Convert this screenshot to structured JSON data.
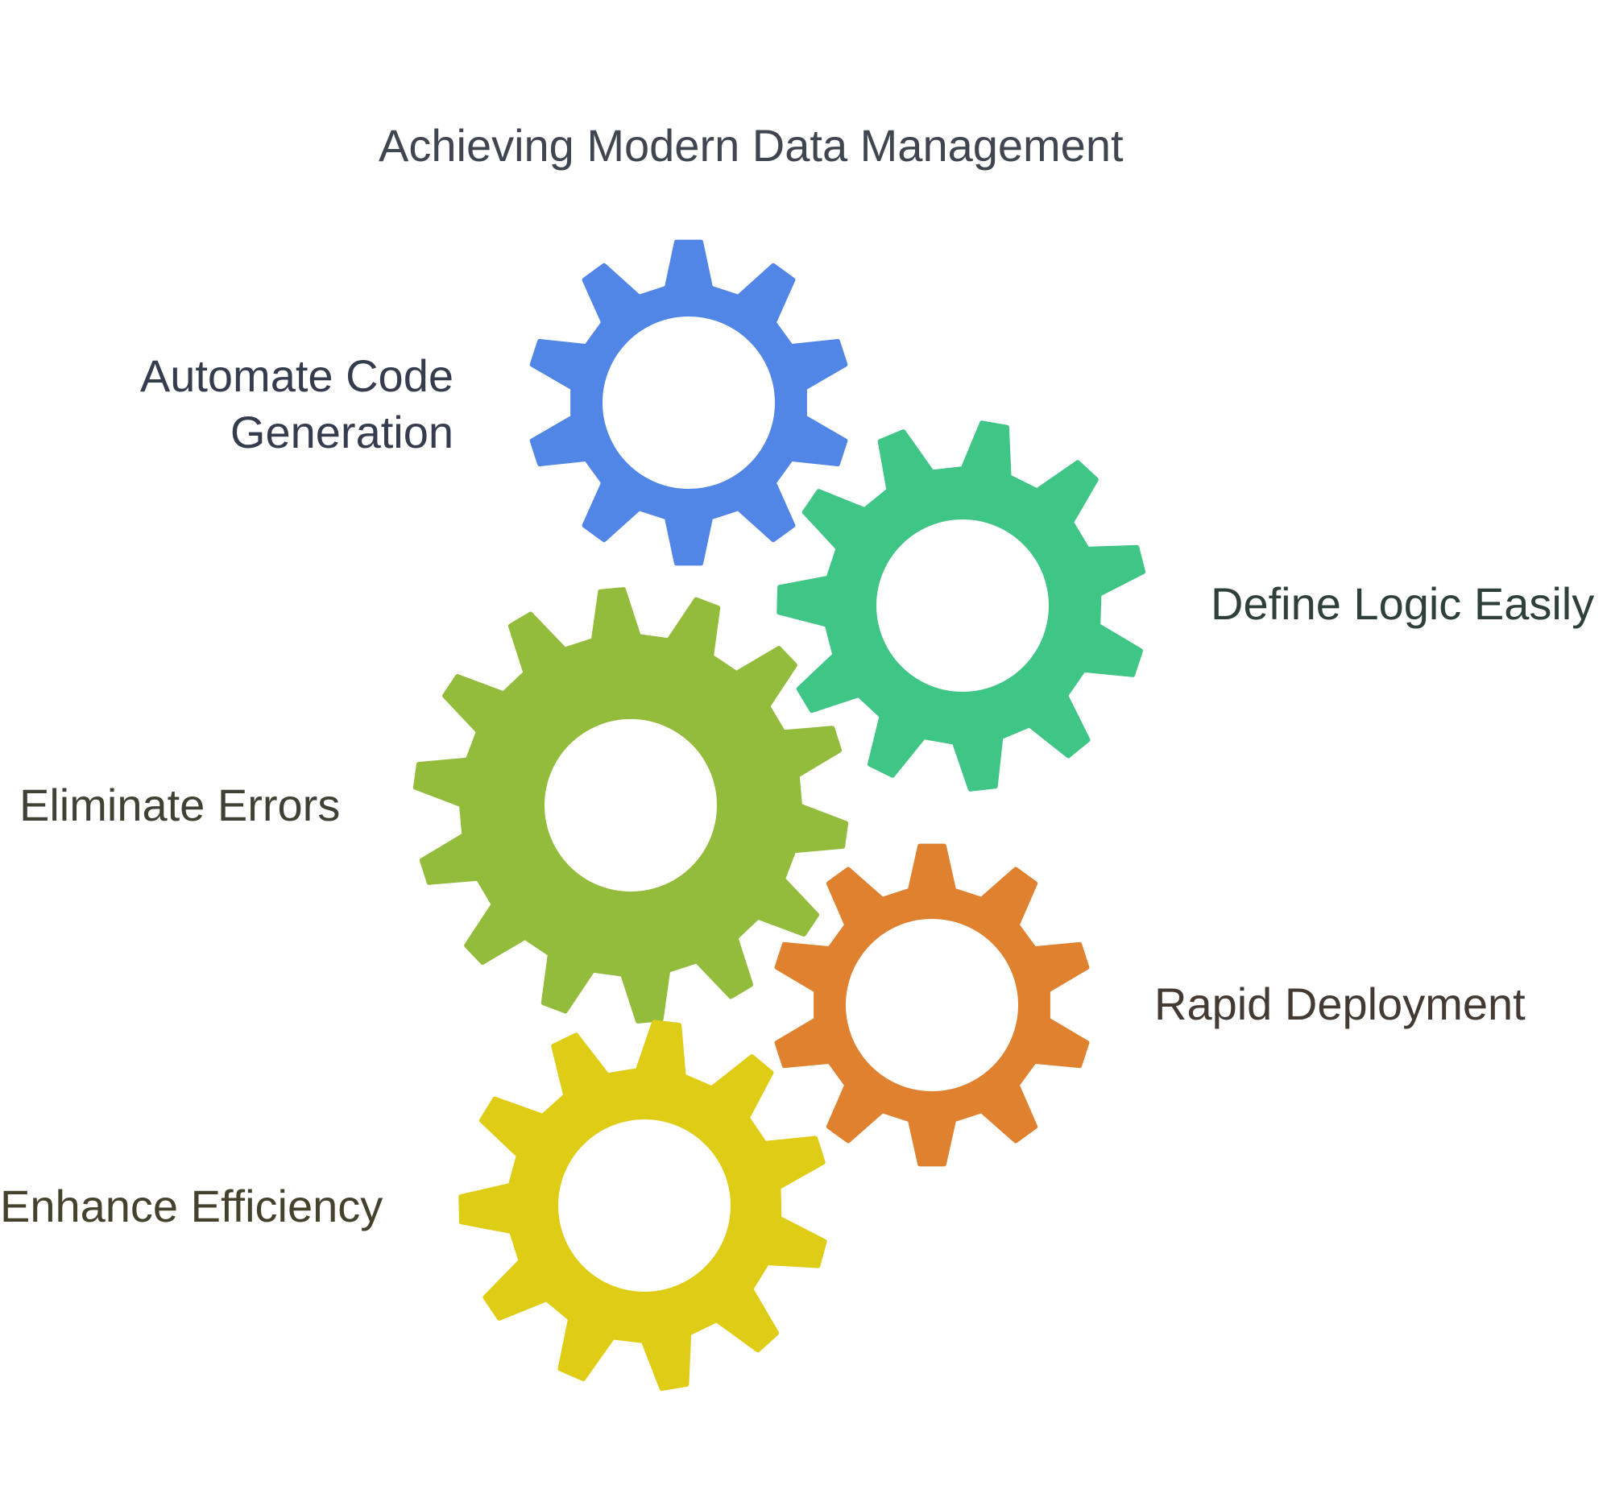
{
  "title": "Achieving Modern Data Management",
  "colors": {
    "blue": "#5186e6",
    "green": "#3fc585",
    "olive": "#93bc3c",
    "orange": "#e0812f",
    "yellow": "#dfcc15"
  },
  "items": [
    {
      "label_lines": [
        "Automate Code",
        "Generation"
      ],
      "color_key": "blue",
      "teeth": 10
    },
    {
      "label_lines": [
        "Define Logic Easily"
      ],
      "color_key": "green",
      "teeth": 11
    },
    {
      "label_lines": [
        "Eliminate Errors"
      ],
      "color_key": "olive",
      "teeth": 14
    },
    {
      "label_lines": [
        "Rapid Deployment"
      ],
      "color_key": "orange",
      "teeth": 10
    },
    {
      "label_lines": [
        "Enhance Efficiency"
      ],
      "color_key": "yellow",
      "teeth": 11
    }
  ]
}
